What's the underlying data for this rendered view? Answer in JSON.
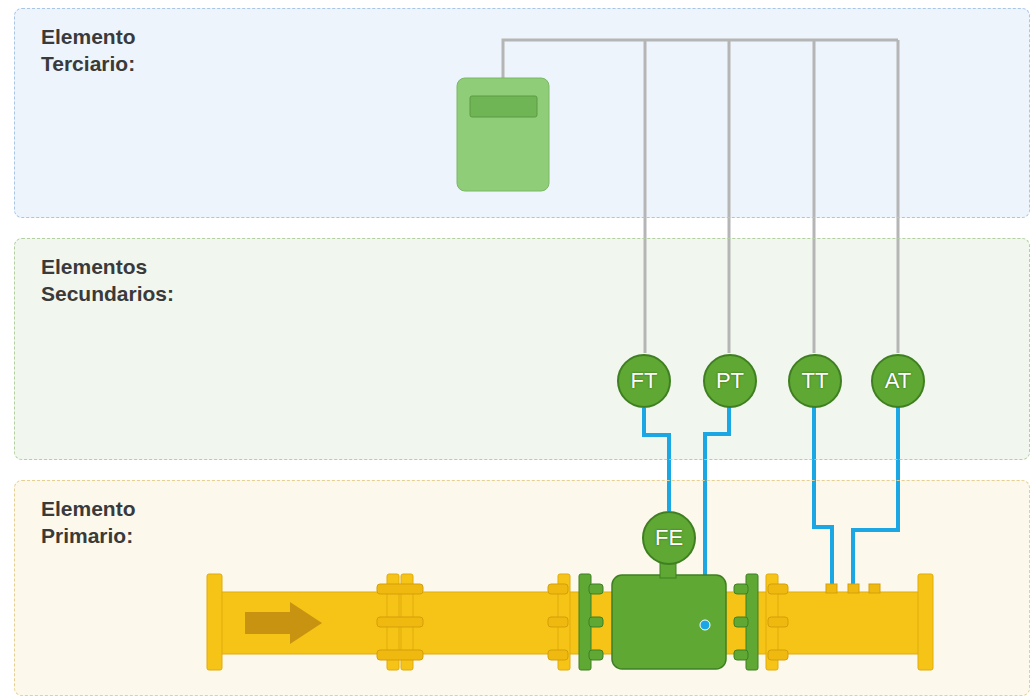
{
  "diagram": {
    "nodes": [
      {
        "text": [
          "Elemento Terciario:"
        ]
      },
      {
        "text": [
          "Elementos Secundarios:"
        ]
      },
      {
        "text": [
          "FT"
        ],
        "in": 1
      },
      {
        "text": [
          "PT"
        ],
        "in": 1
      },
      {
        "text": [
          "TT"
        ],
        "in": 1
      },
      {
        "text": [
          "AT"
        ],
        "in": 1
      },
      {
        "text": [
          "Elemento Primario:"
        ]
      },
      {
        "text": [
          "FE"
        ],
        "in": 6
      }
    ],
    "edges": [
      {
        "from": 2,
        "to": 7,
        "arrow": "none"
      }
    ]
  }
}
